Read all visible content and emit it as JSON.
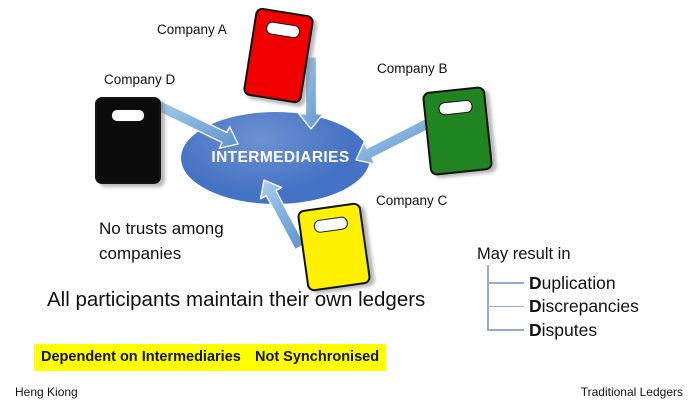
{
  "hub": {
    "label": "INTERMEDIARIES"
  },
  "companies": [
    {
      "name": "Company A",
      "color": "#F10000"
    },
    {
      "name": "Company B",
      "color": "#208420"
    },
    {
      "name": "Company C",
      "color": "#FFF100"
    },
    {
      "name": "Company D",
      "color": "#0B0B0B"
    }
  ],
  "annotations": {
    "no_trusts": "No trusts among\ncompanies",
    "statement": "All participants maintain their own ledgers"
  },
  "highlights": {
    "items": [
      "Dependent on Intermediaries",
      "Not Synchronised"
    ]
  },
  "result_tree": {
    "title": "May result in",
    "items": [
      {
        "lead": "D",
        "rest": "uplication"
      },
      {
        "lead": "D",
        "rest": "iscrepancies"
      },
      {
        "lead": "D",
        "rest": "isputes"
      }
    ]
  },
  "footer": {
    "left": "Heng Kiong",
    "right": "Traditional Ledgers"
  },
  "colors": {
    "hub_fill": "#4472C4",
    "hub_text": "#FFFFFF",
    "arrow_fill_light": "#A9CDEC",
    "arrow_fill_dark": "#5B93CE",
    "arrow_outline": "#FFFFFF",
    "tree_line": "#8FAADC",
    "highlight_bg": "#FFFF00"
  }
}
